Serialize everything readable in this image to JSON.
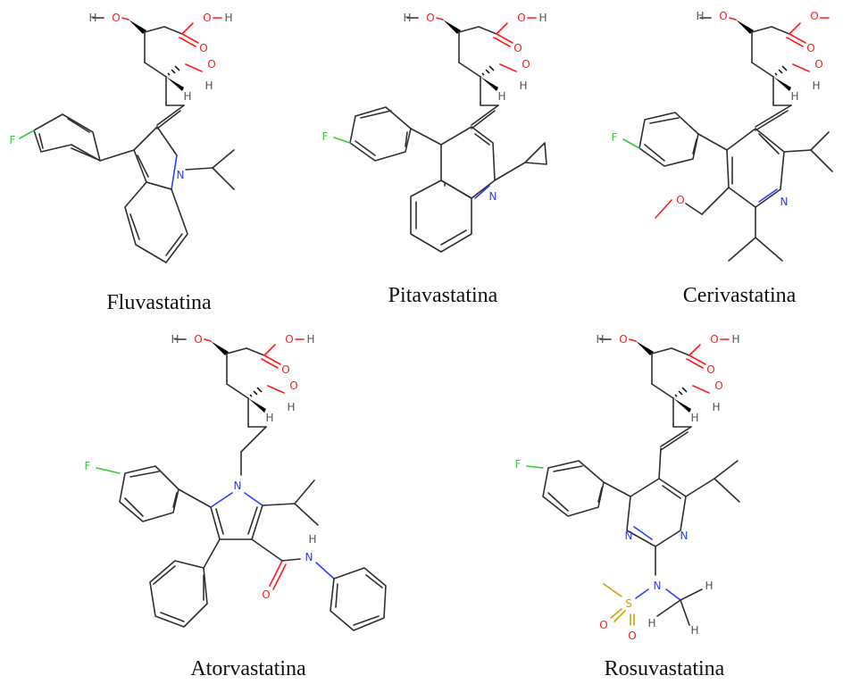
{
  "atoms": {
    "O": "O",
    "H": "H",
    "N": "N",
    "F": "F",
    "S": "S"
  },
  "molecules": [
    {
      "key": "fluvastatin",
      "label": "Fluvastatina"
    },
    {
      "key": "pitavastatin",
      "label": "Pitavastatina"
    },
    {
      "key": "cerivastatin",
      "label": "Cerivastatina"
    },
    {
      "key": "atorvastatin",
      "label": "Atorvastatina"
    },
    {
      "key": "rosuvastatin",
      "label": "Rosuvastatina"
    }
  ],
  "colors": {
    "oxygen": "#ff1a1a",
    "nitrogen": "#2a3cff",
    "fluorine": "#33cc33",
    "sulfur": "#c9a400",
    "hydrogen": "#555555",
    "bond": "#2f2f2f"
  }
}
